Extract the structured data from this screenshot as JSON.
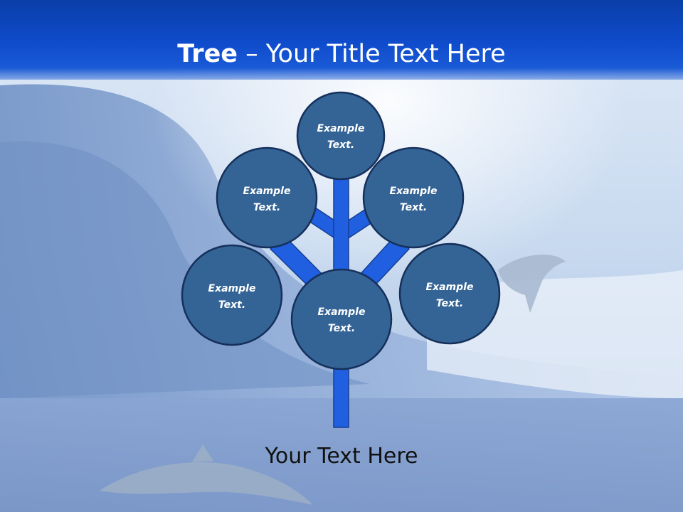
{
  "title": {
    "bold": "Tree",
    "rest": " – Your Title Text Here"
  },
  "nodes": [
    {
      "line1": "Example",
      "line2": "Text."
    },
    {
      "line1": "Example",
      "line2": "Text."
    },
    {
      "line1": "Example",
      "line2": "Text."
    },
    {
      "line1": "Example",
      "line2": "Text."
    },
    {
      "line1": "Example",
      "line2": "Text."
    },
    {
      "line1": "Example",
      "line2": "Text."
    }
  ],
  "footer": "Your Text Here",
  "colors": {
    "title_bar": "#0f4ccc",
    "branch": "#1f5fe0",
    "node_fill": "#346496",
    "node_stroke": "#15305a"
  }
}
